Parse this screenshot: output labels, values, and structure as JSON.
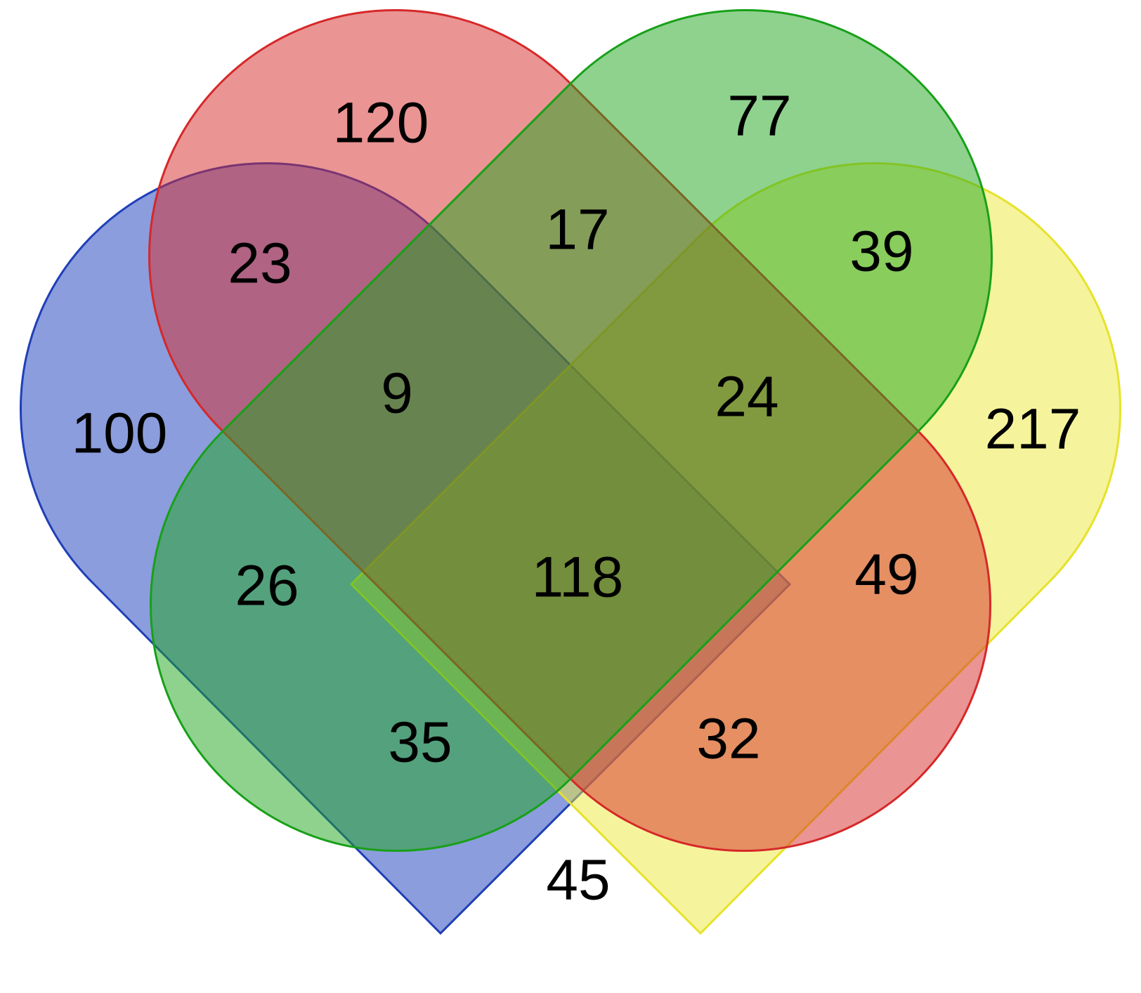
{
  "diagram": {
    "type": "venn-4-set",
    "sets": [
      {
        "id": "blue",
        "fill": "#2b4cc0",
        "stroke": "#1f3fb8"
      },
      {
        "id": "red",
        "fill": "#d52a2a",
        "stroke": "#d62828"
      },
      {
        "id": "green",
        "fill": "#1ea51e",
        "stroke": "#18a018"
      },
      {
        "id": "yellow",
        "fill": "#ecea3a",
        "stroke": "#e6e22a"
      }
    ],
    "regions": [
      {
        "sets": [
          "blue"
        ],
        "count": "100"
      },
      {
        "sets": [
          "red"
        ],
        "count": "120"
      },
      {
        "sets": [
          "green"
        ],
        "count": "77"
      },
      {
        "sets": [
          "yellow"
        ],
        "count": "217"
      },
      {
        "sets": [
          "blue",
          "red"
        ],
        "count": "23"
      },
      {
        "sets": [
          "red",
          "green"
        ],
        "count": "17"
      },
      {
        "sets": [
          "green",
          "yellow"
        ],
        "count": "39"
      },
      {
        "sets": [
          "blue",
          "red",
          "green"
        ],
        "count": "9"
      },
      {
        "sets": [
          "red",
          "green",
          "yellow"
        ],
        "count": "24"
      },
      {
        "sets": [
          "blue",
          "green"
        ],
        "count": "26"
      },
      {
        "sets": [
          "blue",
          "red",
          "green",
          "yellow"
        ],
        "count": "118"
      },
      {
        "sets": [
          "red",
          "yellow"
        ],
        "count": "49"
      },
      {
        "sets": [
          "blue",
          "green",
          "yellow"
        ],
        "count": "35"
      },
      {
        "sets": [
          "blue",
          "red",
          "yellow"
        ],
        "count": "32"
      },
      {
        "sets": [
          "blue",
          "yellow"
        ],
        "count": "45"
      }
    ]
  }
}
